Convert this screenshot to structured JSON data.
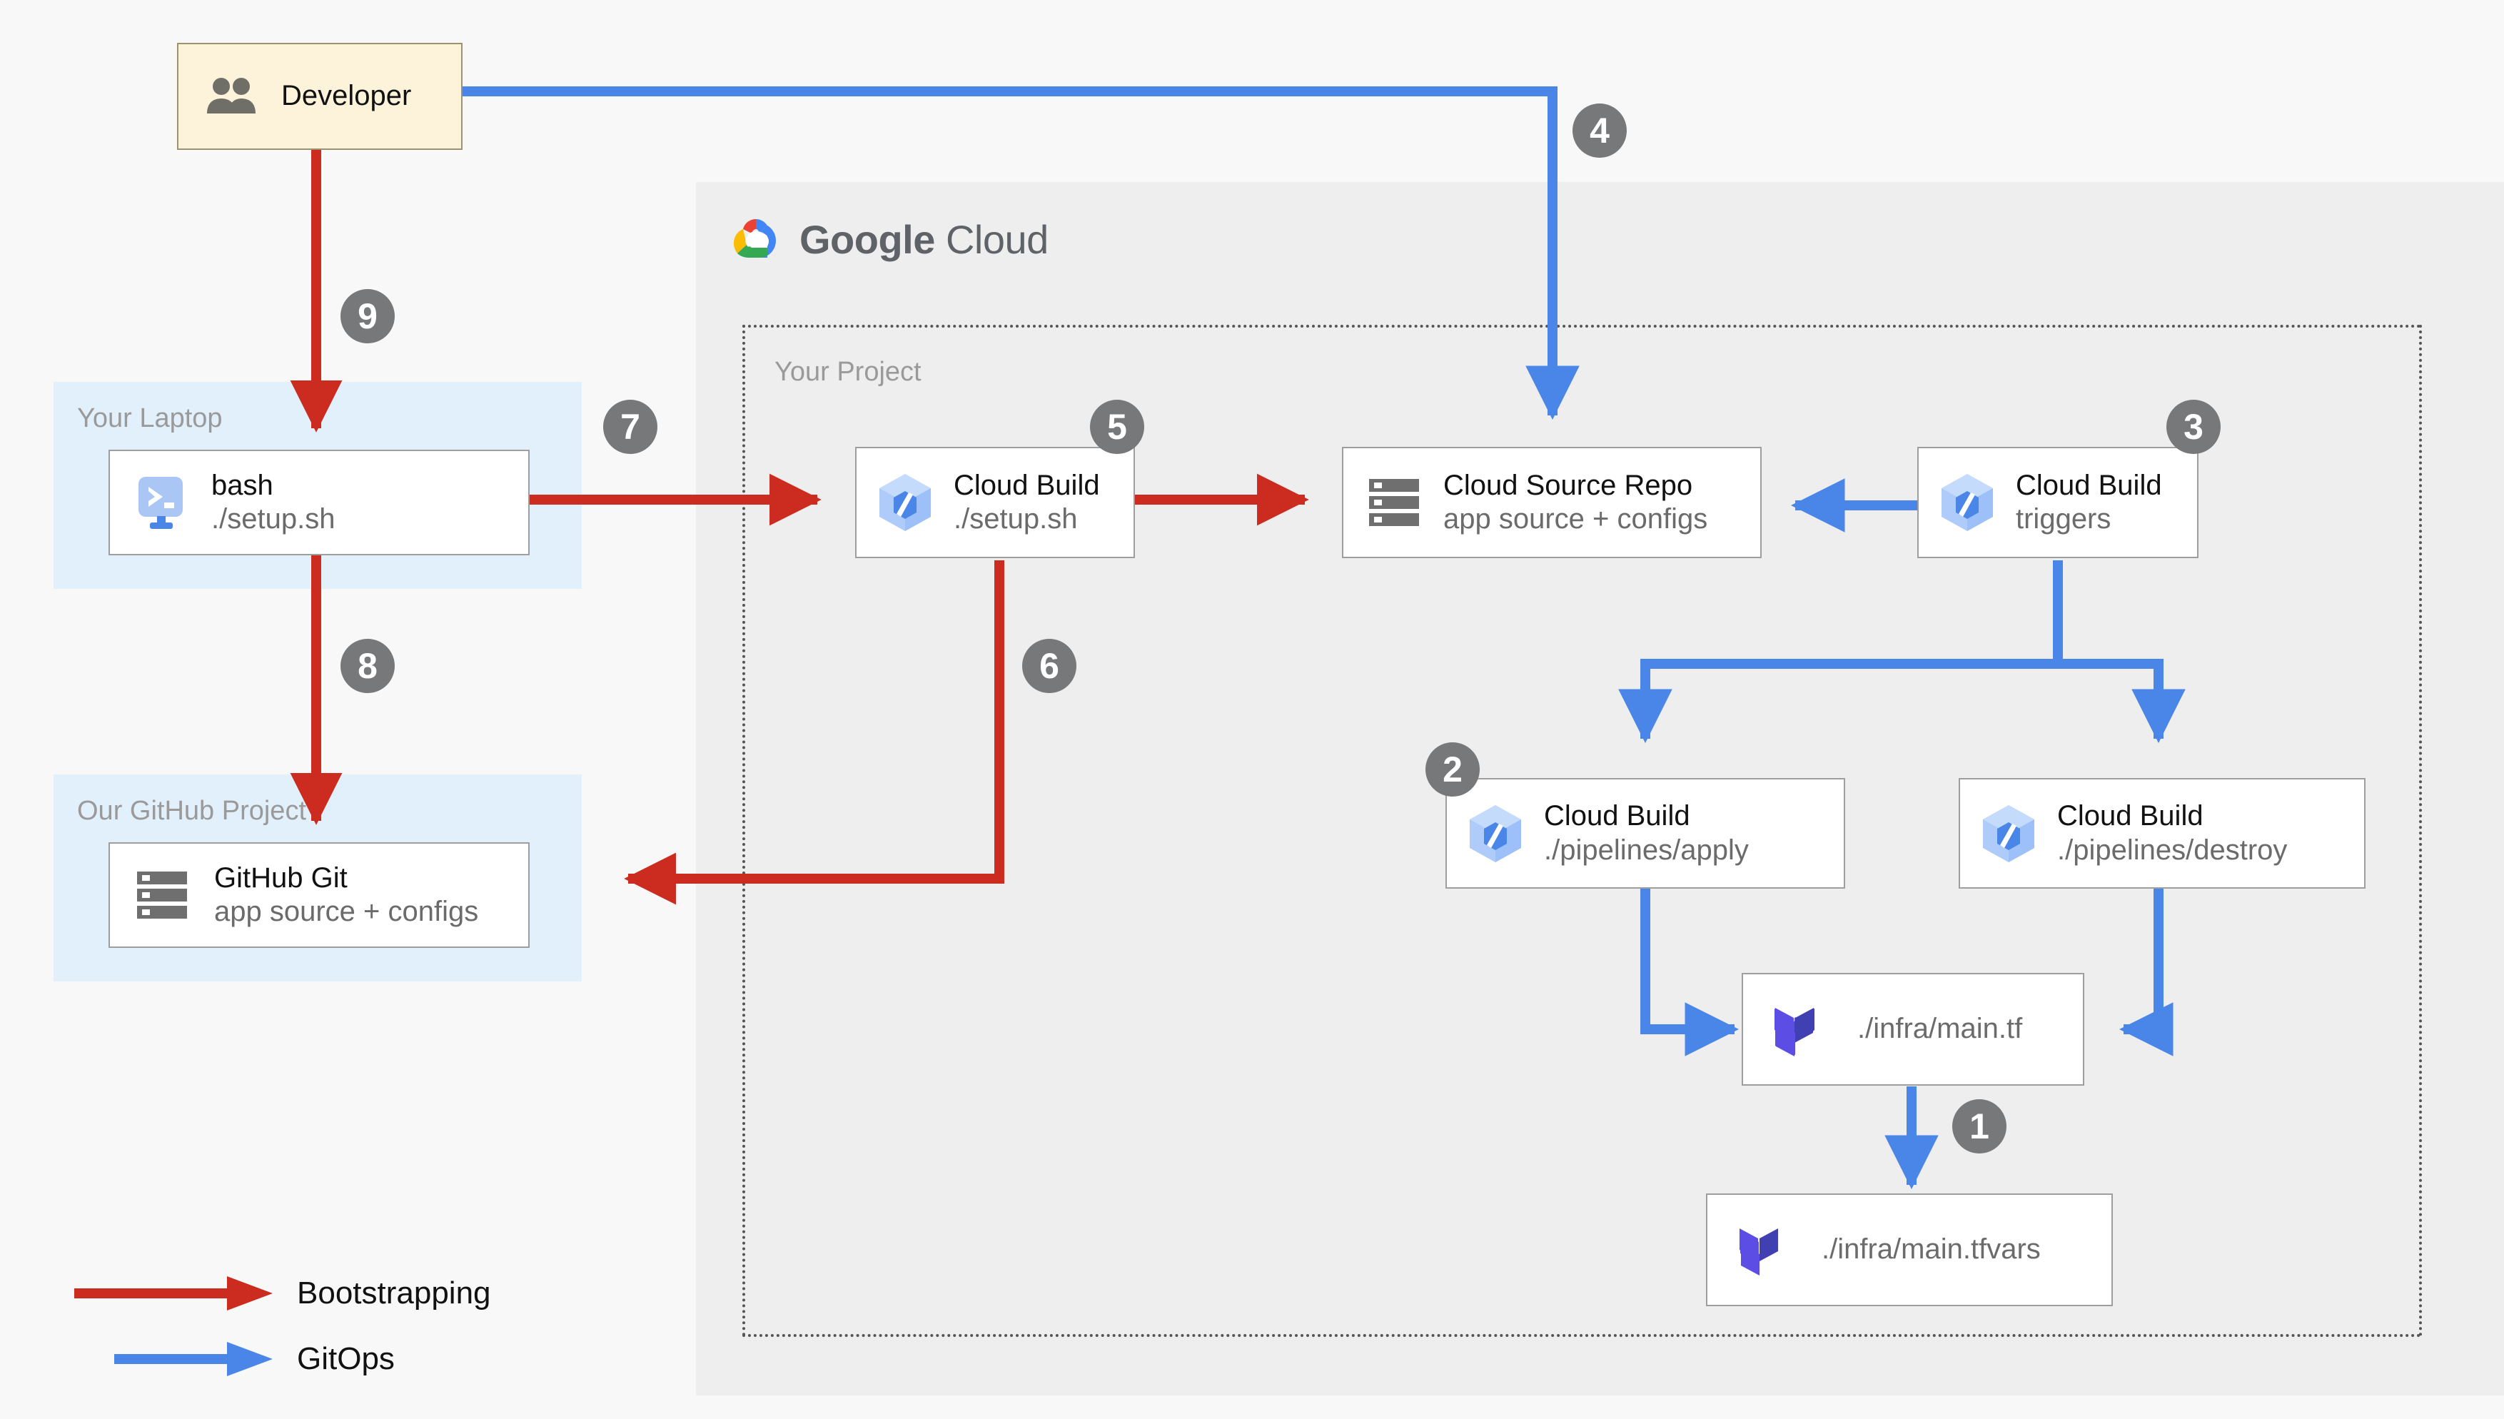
{
  "diagram": {
    "title": "Google Cloud bootstrapping and GitOps flow",
    "background": "#f8f8f8"
  },
  "colors": {
    "bootstrapping": "#cc2b20",
    "gitops": "#4a86e8",
    "badge": "#77787a",
    "gcp_zone": "#eeeeee",
    "blue_zone": "#e2f0fb",
    "developer_fill": "#fcf3da",
    "node_border": "#9e9e9e",
    "terraform": "#5c4ee5",
    "muted_text": "#9a9a9a"
  },
  "zones": {
    "google_cloud": {
      "label_google": "Google",
      "label_cloud": "Cloud",
      "icon": "google-cloud-logo"
    },
    "your_project": {
      "label": "Your Project"
    },
    "your_laptop": {
      "label": "Your Laptop"
    },
    "github_project": {
      "label": "Our GitHub Project"
    }
  },
  "nodes": {
    "developer": {
      "title": "Developer",
      "subtitle": "",
      "icon": "people-icon"
    },
    "bash": {
      "title": "bash",
      "subtitle": "./setup.sh",
      "icon": "terminal-icon"
    },
    "github_git": {
      "title": "GitHub Git",
      "subtitle": "app source + configs",
      "icon": "repository-icon"
    },
    "cb_setup": {
      "title": "Cloud Build",
      "subtitle": "./setup.sh",
      "icon": "cloud-build-icon"
    },
    "source_repo": {
      "title": "Cloud Source Repo",
      "subtitle": "app source + configs",
      "icon": "repository-icon"
    },
    "cb_triggers": {
      "title": "Cloud Build",
      "subtitle": "triggers",
      "icon": "cloud-build-icon"
    },
    "cb_apply": {
      "title": "Cloud Build",
      "subtitle": "./pipelines/apply",
      "icon": "cloud-build-icon"
    },
    "cb_destroy": {
      "title": "Cloud Build",
      "subtitle": "./pipelines/destroy",
      "icon": "cloud-build-icon"
    },
    "main_tf": {
      "title": "./infra/main.tf",
      "subtitle": "",
      "icon": "terraform-icon"
    },
    "main_tfvars": {
      "title": "./infra/main.tfvars",
      "subtitle": "",
      "icon": "terraform-icon"
    }
  },
  "steps": [
    {
      "id": "1",
      "label": "1"
    },
    {
      "id": "2",
      "label": "2"
    },
    {
      "id": "3",
      "label": "3"
    },
    {
      "id": "4",
      "label": "4"
    },
    {
      "id": "5",
      "label": "5"
    },
    {
      "id": "6",
      "label": "6"
    },
    {
      "id": "7",
      "label": "7"
    },
    {
      "id": "8",
      "label": "8"
    },
    {
      "id": "9",
      "label": "9"
    }
  ],
  "legend": {
    "items": [
      {
        "label": "Bootstrapping",
        "color": "#cc2b20"
      },
      {
        "label": "GitOps",
        "color": "#4a86e8"
      }
    ]
  }
}
